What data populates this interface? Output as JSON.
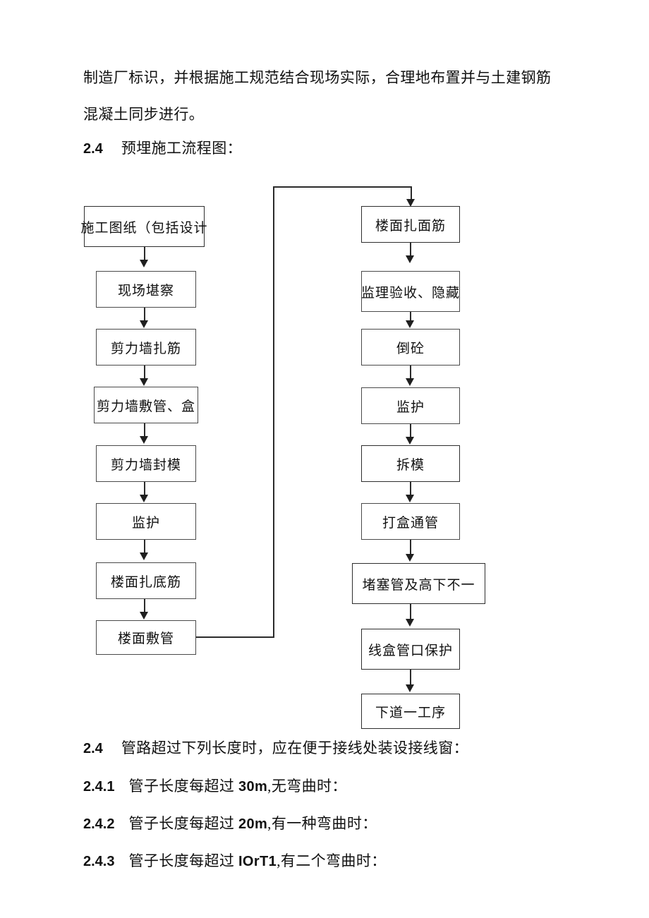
{
  "document": {
    "page_background": "#ffffff",
    "text_color": "#111111",
    "paragraphs": [
      {
        "id": "p1",
        "text": "制造厂标识，并根据施工规范结合现场实际，合理地布置并与土建钢筋"
      },
      {
        "id": "p2",
        "text": "混凝土同步进行。"
      }
    ],
    "section_heading": {
      "number": "2.4",
      "text": "预埋施工流程图："
    },
    "bottom_sections": [
      {
        "number": "2.4",
        "text": "管路超过下列长度时，应在便于接线处装设接线窗："
      },
      {
        "number": "2.4.1",
        "text_before": "管子长度每超过 ",
        "value": "30m",
        "text_after": ",无弯曲时："
      },
      {
        "number": "2.4.2",
        "text_before": "管子长度每超过 ",
        "value": "20m",
        "text_after": ",有一种弯曲时："
      },
      {
        "number": "2.4.3",
        "text_before": "管子长度每超过 ",
        "value": "IOrT1",
        "text_after": ",有二个弯曲时："
      }
    ]
  },
  "flowchart": {
    "border_color": "#4a4a4a",
    "arrow_color": "#1f1f1f",
    "left_column": [
      {
        "label": "施工图纸（包括设计"
      },
      {
        "label": "现场堪察"
      },
      {
        "label": "剪力墙扎筋"
      },
      {
        "label": "剪力墙敷管、盒"
      },
      {
        "label": "剪力墙封模"
      },
      {
        "label": "监护"
      },
      {
        "label": "楼面扎底筋"
      },
      {
        "label": "楼面敷管"
      }
    ],
    "right_column": [
      {
        "label": "楼面扎面筋"
      },
      {
        "label": "监理验收、隐藏"
      },
      {
        "label": "倒砼"
      },
      {
        "label": "监护"
      },
      {
        "label": "拆模"
      },
      {
        "label": "打盒通管"
      },
      {
        "label": "堵塞管及高下不一"
      },
      {
        "label": "线盒管口保护"
      },
      {
        "label": "下道一工序"
      }
    ]
  }
}
